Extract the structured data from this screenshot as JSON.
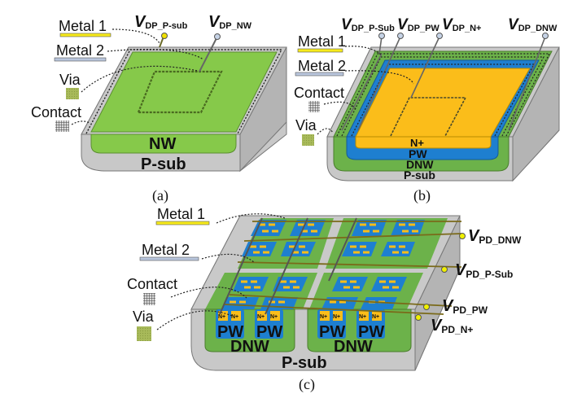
{
  "colors": {
    "metal1": "#f7ea1c",
    "metal2": "#b9c6dd",
    "via": "#a8ba5a",
    "psub": "#c8c8c8",
    "nw": "#86c94a",
    "dnw": "#6cb24a",
    "pw": "#1e7fd0",
    "nplus": "#fbbd1a"
  },
  "panels": [
    {
      "caption": "(a)",
      "legend": [
        "Metal 1",
        "Metal 2",
        "Via",
        "Contact"
      ],
      "regions": [
        "NW",
        "P-sub"
      ],
      "terminals": [
        {
          "main": "V",
          "sub": "DP_P-sub"
        },
        {
          "main": "V",
          "sub": "DP_NW"
        }
      ]
    },
    {
      "caption": "(b)",
      "legend": [
        "Metal 1",
        "Metal 2",
        "Contact",
        "Via"
      ],
      "regions": [
        "N+",
        "PW",
        "DNW",
        "P-sub"
      ],
      "terminals": [
        {
          "main": "V",
          "sub": "DP_P-Sub"
        },
        {
          "main": "V",
          "sub": "DP_PW"
        },
        {
          "main": "V",
          "sub": "DP_N+"
        },
        {
          "main": "V",
          "sub": "DP_DNW"
        }
      ]
    },
    {
      "caption": "(c)",
      "legend": [
        "Metal 1",
        "Metal 2",
        "Contact",
        "Via"
      ],
      "regions": [
        "PW",
        "DNW",
        "P-sub",
        "N+"
      ],
      "terminals": [
        {
          "main": "V",
          "sub": "PD_DNW"
        },
        {
          "main": "V",
          "sub": "PD_P-Sub"
        },
        {
          "main": "V",
          "sub": "PD_PW"
        },
        {
          "main": "V",
          "sub": "PD_N+"
        }
      ]
    }
  ]
}
